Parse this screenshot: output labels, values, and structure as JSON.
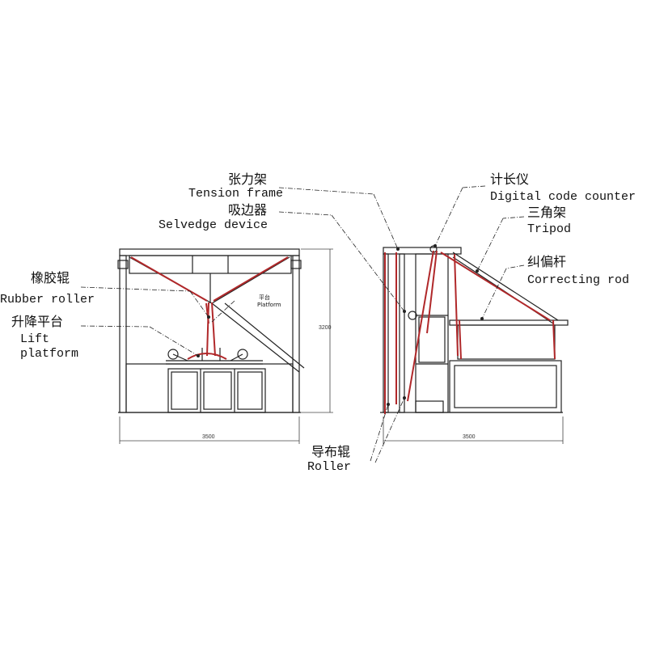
{
  "labels": {
    "tension_frame": {
      "cn": "张力架",
      "en": "Tension frame"
    },
    "selvedge_device": {
      "cn": "吸边器",
      "en": "Selvedge device"
    },
    "rubber_roller": {
      "cn": "橡胶辊",
      "en": "Rubber roller"
    },
    "lift_platform": {
      "cn": "升降平台",
      "en_line1": "Lift",
      "en_line2": "platform"
    },
    "platform_tag": {
      "cn": "平台",
      "en": "Platform"
    },
    "digital_code_counter": {
      "cn": "计长仪",
      "en": "Digital code counter"
    },
    "tripod": {
      "cn": "三角架",
      "en": "Tripod"
    },
    "correcting_rod": {
      "cn": "纠偏杆",
      "en": "Correcting rod"
    },
    "roller": {
      "cn": "导布辊",
      "en": "Roller"
    }
  },
  "dimensions": {
    "left_width": "3500",
    "left_height": "3200",
    "right_width": "3500"
  },
  "colors": {
    "line": "#222222",
    "fabric": "#b0282a"
  }
}
